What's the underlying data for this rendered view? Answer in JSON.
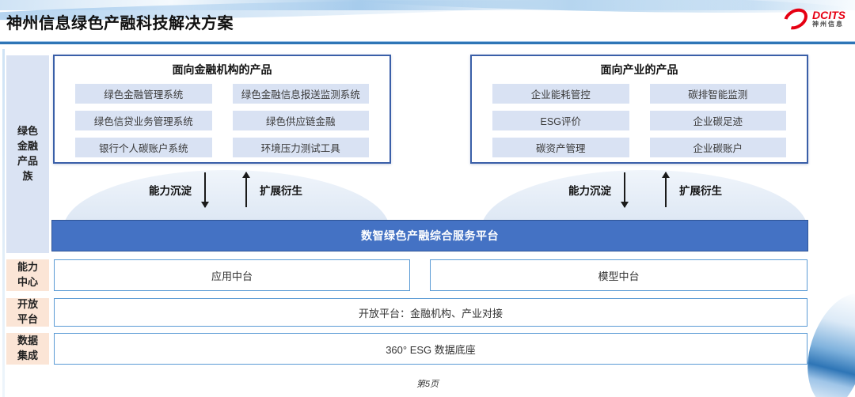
{
  "header": {
    "title": "神州信息绿色产融科技解决方案",
    "logo": {
      "brand": "DCITS",
      "subbrand": "神州信息"
    }
  },
  "sidebar": {
    "items": [
      {
        "label": "绿色\n金融\n产品\n族"
      },
      {
        "label": "能力\n中心"
      },
      {
        "label": "开放\n平台"
      },
      {
        "label": "数据\n集成"
      }
    ]
  },
  "product_groups": [
    {
      "title": "面向金融机构的产品",
      "items": [
        "绿色金融管理系统",
        "绿色金融信息报送监测系统",
        "绿色信贷业务管理系统",
        "绿色供应链金融",
        "银行个人碳账户系统",
        "环境压力测试工具"
      ]
    },
    {
      "title": "面向产业的产品",
      "items": [
        "企业能耗管控",
        "碳排智能监测",
        "ESG评价",
        "企业碳足迹",
        "碳资产管理",
        "企业碳账户"
      ]
    }
  ],
  "flow": {
    "down_label": "能力沉淀",
    "up_label": "扩展衍生"
  },
  "platform": {
    "label": "数智绿色产融综合服务平台"
  },
  "middle_rows": {
    "capability_center": [
      "应用中台",
      "模型中台"
    ],
    "open_platform": "开放平台：金融机构、产业对接",
    "data_base": "360° ESG 数据底座"
  },
  "footer": {
    "page": "第5页"
  },
  "colors": {
    "platform_blue": "#4472C4",
    "pill_blue": "#D9E2F3",
    "sidebar_blue": "#DAE3F3",
    "sidebar_peach": "#FBE5D6",
    "box_border_blue": "#3A5FA8",
    "row_border_blue": "#5B9BD5",
    "divider_blue": "#2E75B6",
    "logo_red": "#E60012"
  }
}
